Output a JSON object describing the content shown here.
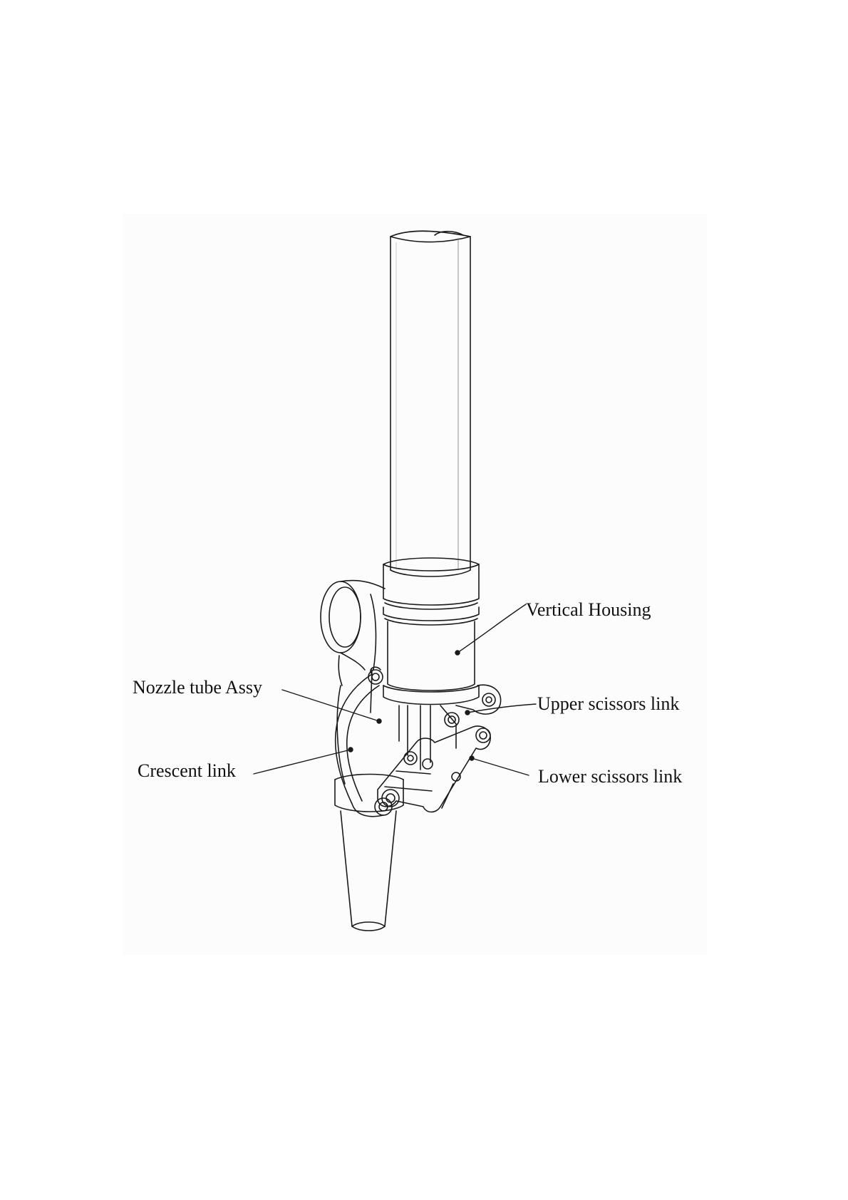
{
  "diagram": {
    "labels": {
      "vertical_housing": "Vertical Housing",
      "nozzle_tube_assy": "Nozzle tube Assy",
      "upper_scissors_link": "Upper scissors link",
      "crescent_link": "Crescent link",
      "lower_scissors_link": "Lower scissors link"
    },
    "colors": {
      "line": "#1a1a1a",
      "background": "#ffffff"
    }
  }
}
